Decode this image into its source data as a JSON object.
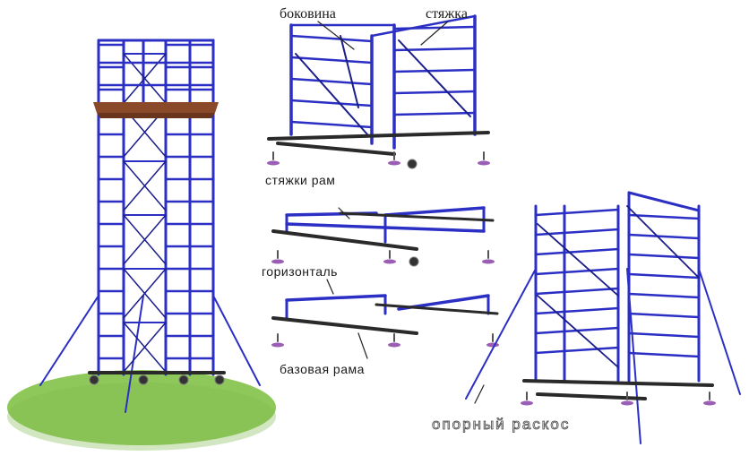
{
  "labels": {
    "side_frame": "боковина",
    "brace": "стяжка",
    "frame_braces": "стяжки рам",
    "horizontal": "горизонталь",
    "base_frame": "базовая рама",
    "support_brace": "опорный раскос"
  },
  "colors": {
    "frame_blue": "#2b2fc4",
    "frame_dark": "#1b1e8a",
    "platform_wood": "#8a4a2a",
    "ground_green": "#8fc85a",
    "base_black": "#2a2a2a",
    "caster_purple": "#9a5fb5"
  }
}
